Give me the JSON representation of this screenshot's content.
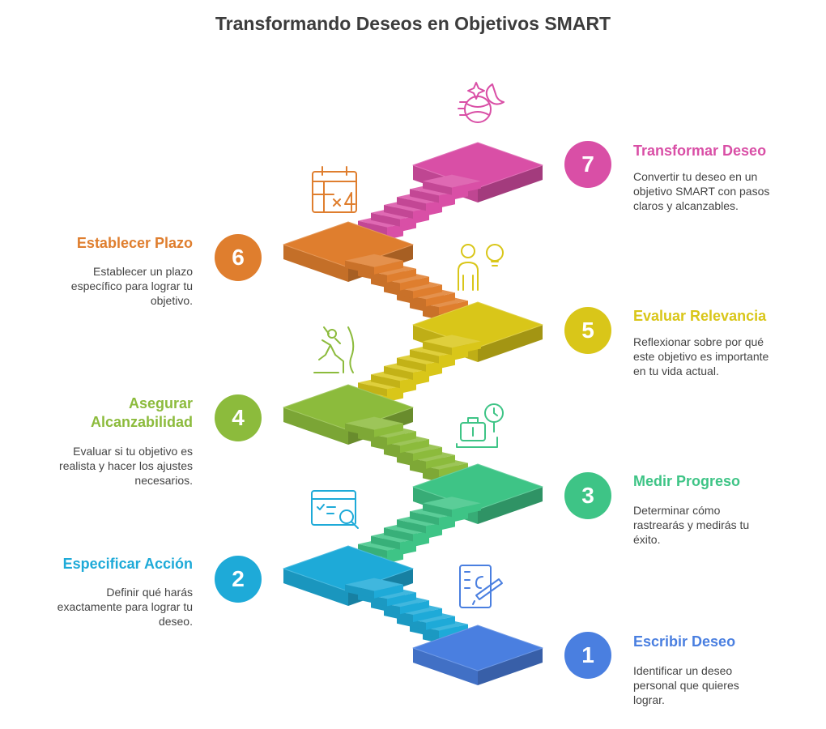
{
  "title": "Transformando Deseos en Objetivos SMART",
  "steps": [
    {
      "number": "1",
      "title": "Escribir Deseo",
      "description": "Identificar un deseo personal que quieres lograr.",
      "color": "#4a7fe0",
      "icon": "writing-pad-icon"
    },
    {
      "number": "2",
      "title": "Especificar Acción",
      "description": "Definir qué harás exactamente para lograr tu deseo.",
      "color": "#1eaad8",
      "icon": "search-document-icon"
    },
    {
      "number": "3",
      "title": "Medir Progreso",
      "description": "Determinar cómo rastrearás y medirás tu éxito.",
      "color": "#3ec486",
      "icon": "luggage-scale-icon"
    },
    {
      "number": "4",
      "title": "Asegurar Alcanzabilidad",
      "description": "Evaluar si tu objetivo es realista y hacer los ajustes necesarios.",
      "color": "#8cbb3c",
      "icon": "climber-icon"
    },
    {
      "number": "5",
      "title": "Evaluar Relevancia",
      "description": "Reflexionar sobre por qué este objetivo es importante en tu vida actual.",
      "color": "#d9c619",
      "icon": "person-idea-icon"
    },
    {
      "number": "6",
      "title": "Establecer Plazo",
      "description": "Establecer un plazo específico para lograr tu objetivo.",
      "color": "#df7e2e",
      "icon": "calendar-icon"
    },
    {
      "number": "7",
      "title": "Transformar Deseo",
      "description": "Convertir tu deseo en un objetivo SMART con pasos claros y alcanzables.",
      "color": "#d94fa6",
      "icon": "moon-star-icon"
    }
  ]
}
